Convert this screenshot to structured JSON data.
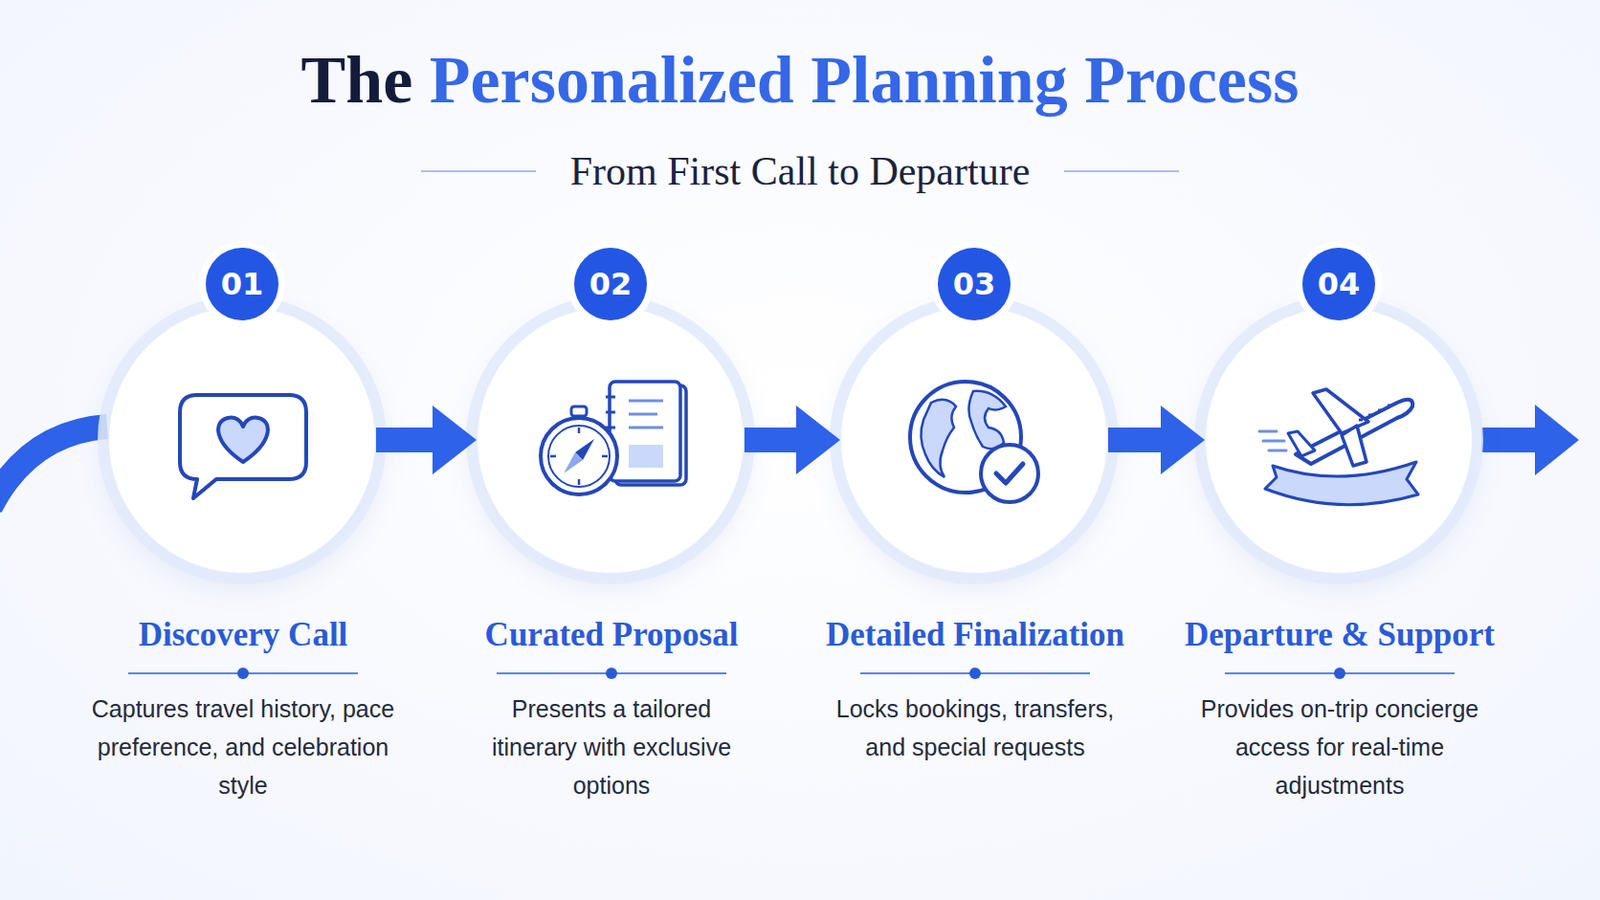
{
  "diagram": {
    "title": "The Personalized Planning Process",
    "caption": "From First Call to Departure",
    "nodes": [
      {
        "text": [
          "01",
          "Discovery Call",
          "Captures travel history, pace preference, and celebration style"
        ]
      },
      {
        "text": [
          "02",
          "Curated Proposal",
          "Presents a tailored itinerary with exclusive options"
        ]
      },
      {
        "text": [
          "03",
          "Detailed Finalization",
          "Locks bookings, transfers, and special requests"
        ]
      },
      {
        "text": [
          "04",
          "Departure & Support",
          "Provides on-trip concierge access for real-time adjustments"
        ]
      }
    ],
    "edges": [
      {
        "from": 0,
        "to": 1,
        "arrow": "to"
      },
      {
        "from": 1,
        "to": 2,
        "arrow": "to"
      },
      {
        "from": 2,
        "to": 3,
        "arrow": "to"
      }
    ]
  }
}
